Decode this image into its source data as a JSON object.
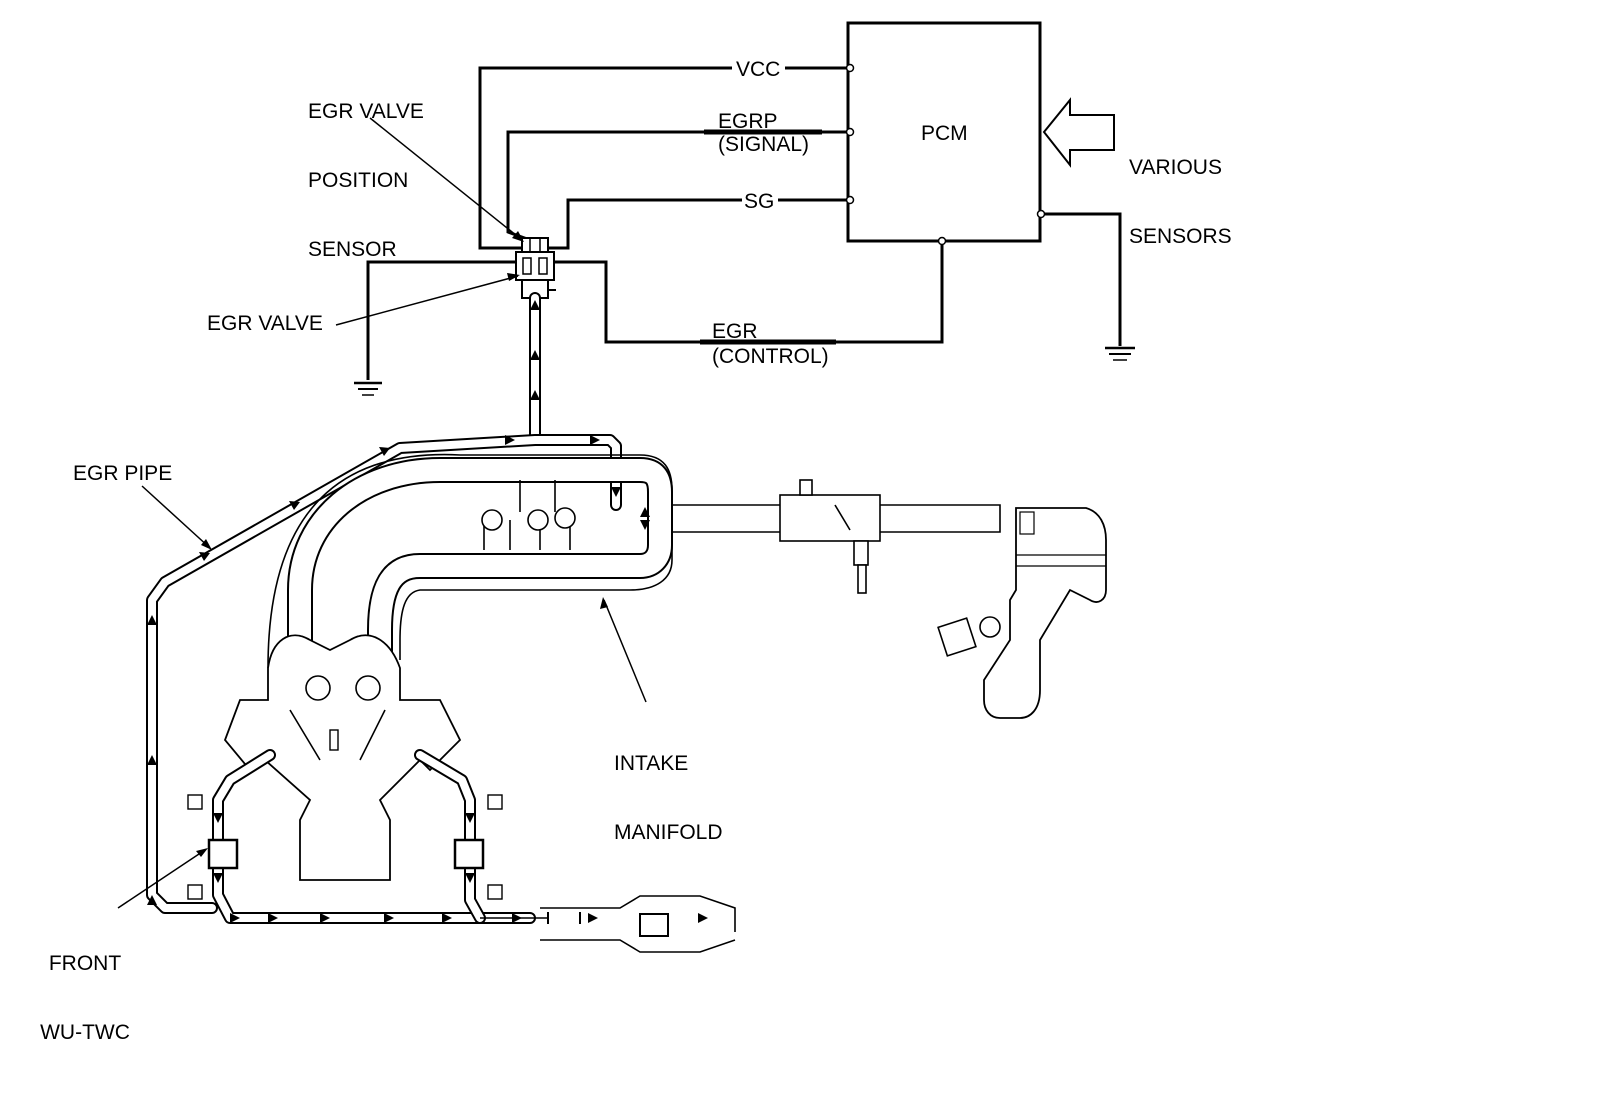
{
  "labels": {
    "egr_valve_position_sensor": [
      "EGR VALVE",
      "POSITION",
      "SENSOR"
    ],
    "egr_valve": "EGR VALVE",
    "egr_pipe": "EGR PIPE",
    "intake_manifold": [
      "INTAKE",
      "MANIFOLD"
    ],
    "front_wu_twc": [
      "FRONT",
      "WU-TWC"
    ],
    "pcm": "PCM",
    "various_sensors": [
      "VARIOUS",
      "SENSORS"
    ],
    "vcc": "VCC",
    "egrp": "EGRP",
    "egrp_signal": "(SIGNAL)",
    "sg": "SG",
    "egr": "EGR",
    "egr_control": "(CONTROL)"
  }
}
